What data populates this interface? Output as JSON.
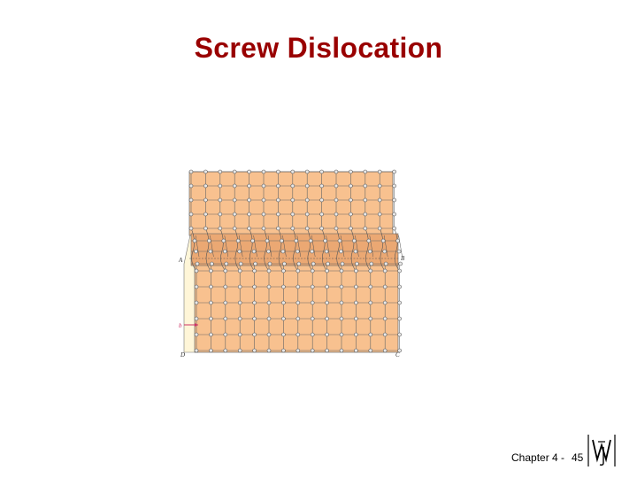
{
  "slide": {
    "title": "Screw Dislocation",
    "footer_chapter": "Chapter 4 -",
    "page_number": "45"
  },
  "figure": {
    "labels": {
      "a": "A",
      "b": "B",
      "c": "C",
      "d": "D",
      "burgers": "b"
    },
    "colors": {
      "crystal": "#f8c18f",
      "crystal_dark": "#eba873",
      "slab": "#fff6d8",
      "atom": "#e8e8e8",
      "line": "#555555",
      "burgers_arrow": "#cc3366"
    }
  },
  "logo": {
    "icon": "wiley-logo-icon"
  }
}
